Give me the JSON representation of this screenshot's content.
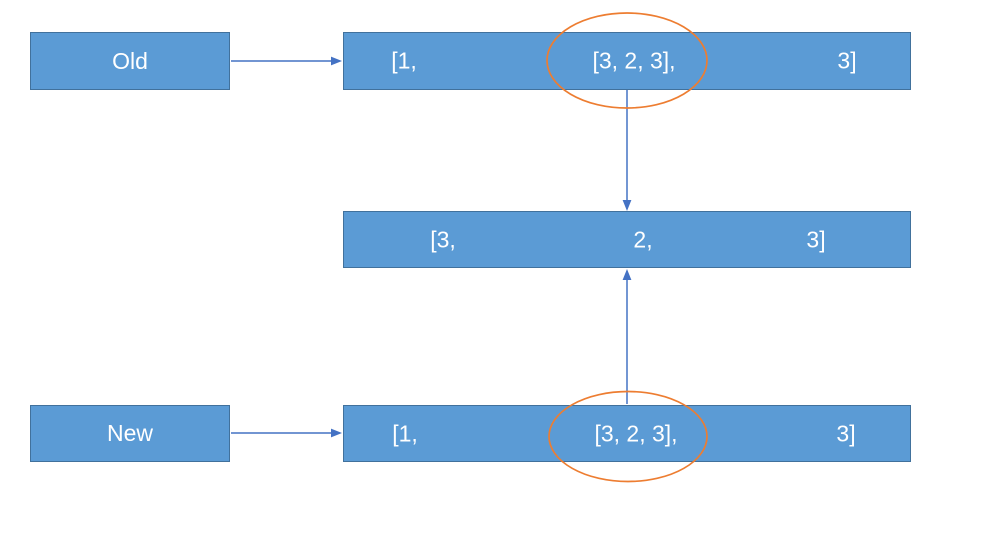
{
  "diagram": {
    "old": {
      "label": "Old",
      "list_items": [
        "[1,",
        "[3, 2, 3],",
        "3]"
      ]
    },
    "shared": {
      "list_items": [
        "[3,",
        "2,",
        "3]"
      ]
    },
    "new": {
      "label": "New",
      "list_items": [
        "[1,",
        "[3, 2, 3],",
        "3]"
      ]
    },
    "colors": {
      "box_fill": "#5b9bd5",
      "box_border": "#41719c",
      "connector_blue": "#4472c4",
      "highlight_orange": "#ed7d31",
      "box_text": "#ffffff"
    }
  }
}
